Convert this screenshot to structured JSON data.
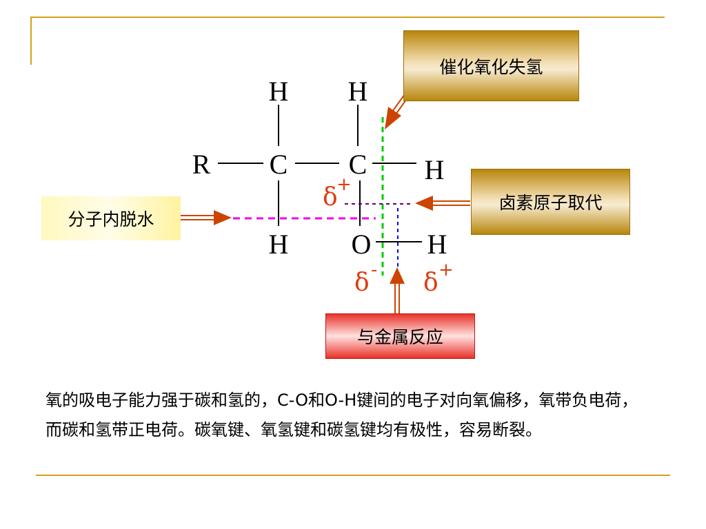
{
  "colors": {
    "frame": "#d4a017",
    "arrow": "#cc4400",
    "delta": "#e03c10",
    "dash_green": "#00cc00",
    "dash_blue": "#0000ee",
    "dash_magenta": "#ee00ee",
    "dash_purple": "#660066"
  },
  "molecule": {
    "R": "R",
    "C1": "C",
    "C2": "C",
    "H_top1": "H",
    "H_top2": "H",
    "H_bottom1": "H",
    "O": "O",
    "H_right": "H",
    "H_oh": "H"
  },
  "charges": {
    "c_delta": "δ",
    "c_sign": "+",
    "o_delta": "δ",
    "o_sign": "-",
    "h_delta": "δ",
    "h_sign": "+"
  },
  "labels": {
    "oxidation": "催化氧化失氢",
    "halogen": "卤素原子取代",
    "dehydration": "分子内脱水",
    "metal": "与金属反应"
  },
  "description": "氧的吸电子能力强于碳和氢的，C-O和O-H键间的电子对向氧偏移，氧带负电荷，而碳和氢带正电荷。碳氧键、氧氢键和碳氢键均有极性，容易断裂。"
}
